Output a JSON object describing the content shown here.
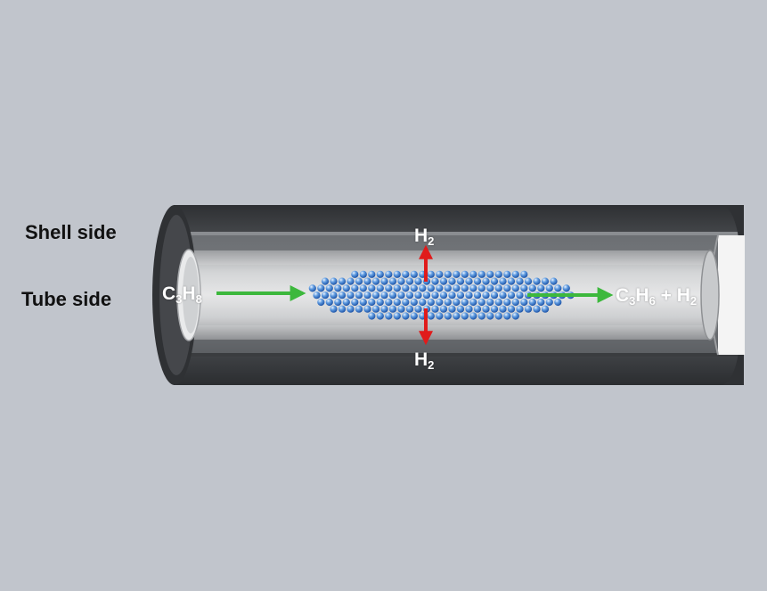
{
  "labels": {
    "shell_side": "Shell side",
    "tube_side": "Tube side"
  },
  "species": {
    "feed": {
      "base": "C",
      "sub1": "3",
      "mid": "H",
      "sub2": "8"
    },
    "product": {
      "p1": "C",
      "s1": "3",
      "p2": "H",
      "s2": "6",
      "p3": " + H",
      "s3": "2"
    },
    "h2_top": {
      "base": "H",
      "sub": "2"
    },
    "h2_bottom": {
      "base": "H",
      "sub": "2"
    }
  },
  "colors": {
    "background": "#c1c5cc",
    "shell": "#4a4c50",
    "tube": "#d4d6d8",
    "flow_arrow": "#3db83d",
    "permeation_arrow": "#e01b1b",
    "catalyst": "#3d7fd0"
  }
}
